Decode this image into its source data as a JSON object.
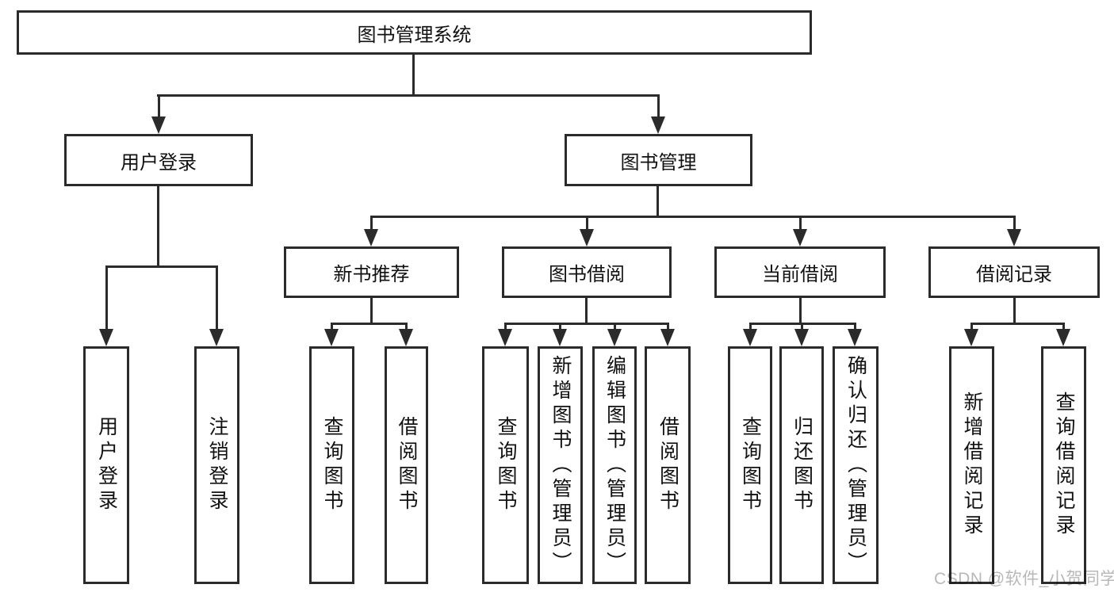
{
  "diagram": {
    "root": {
      "label": "图书管理系统"
    },
    "level2": [
      {
        "label": "用户登录"
      },
      {
        "label": "图书管理"
      }
    ],
    "level3": [
      {
        "label": "新书推荐"
      },
      {
        "label": "图书借阅"
      },
      {
        "label": "当前借阅"
      },
      {
        "label": "借阅记录"
      }
    ],
    "leaves": {
      "user_login": [
        "用户登录",
        "注销登录"
      ],
      "new_book_recommend": [
        "查询图书",
        "借阅图书"
      ],
      "book_borrow": [
        "查询图书",
        "新增图书（管理员）",
        "编辑图书（管理员）",
        "借阅图书"
      ],
      "current_borrow": [
        "查询图书",
        "归还图书",
        "确认归还（管理员）"
      ],
      "borrow_records": [
        "新增借阅记录",
        "查询借阅记录"
      ]
    }
  },
  "watermark": "CSDN @软件_小贺同学",
  "colors": {
    "line": "#2b2b2b",
    "text": "#111111",
    "watermark": "#b8b8b8",
    "background": "#ffffff"
  }
}
